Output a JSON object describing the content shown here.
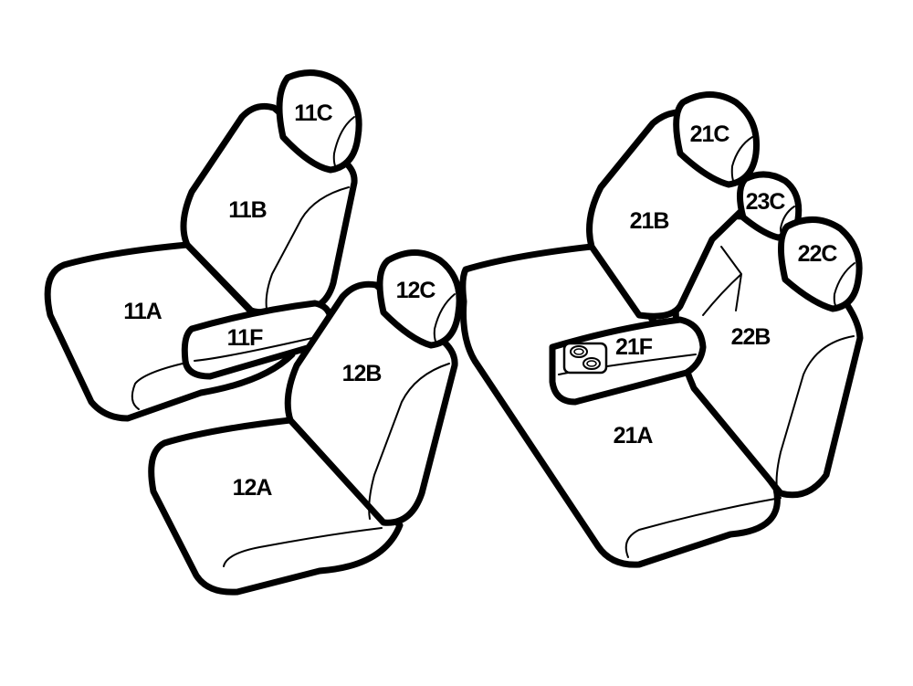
{
  "colors": {
    "line": "#000000",
    "background": "#ffffff"
  },
  "labels": {
    "seat_11A": "11A",
    "seat_11B": "11B",
    "seat_11C": "11C",
    "seat_11F": "11F",
    "seat_12A": "12A",
    "seat_12B": "12B",
    "seat_12C": "12C",
    "seat_21A": "21A",
    "seat_21B": "21B",
    "seat_21C": "21C",
    "seat_21F": "21F",
    "seat_22B": "22B",
    "seat_22C": "22C",
    "seat_23C": "23C"
  },
  "icons": [
    "cup-holder-icon"
  ]
}
